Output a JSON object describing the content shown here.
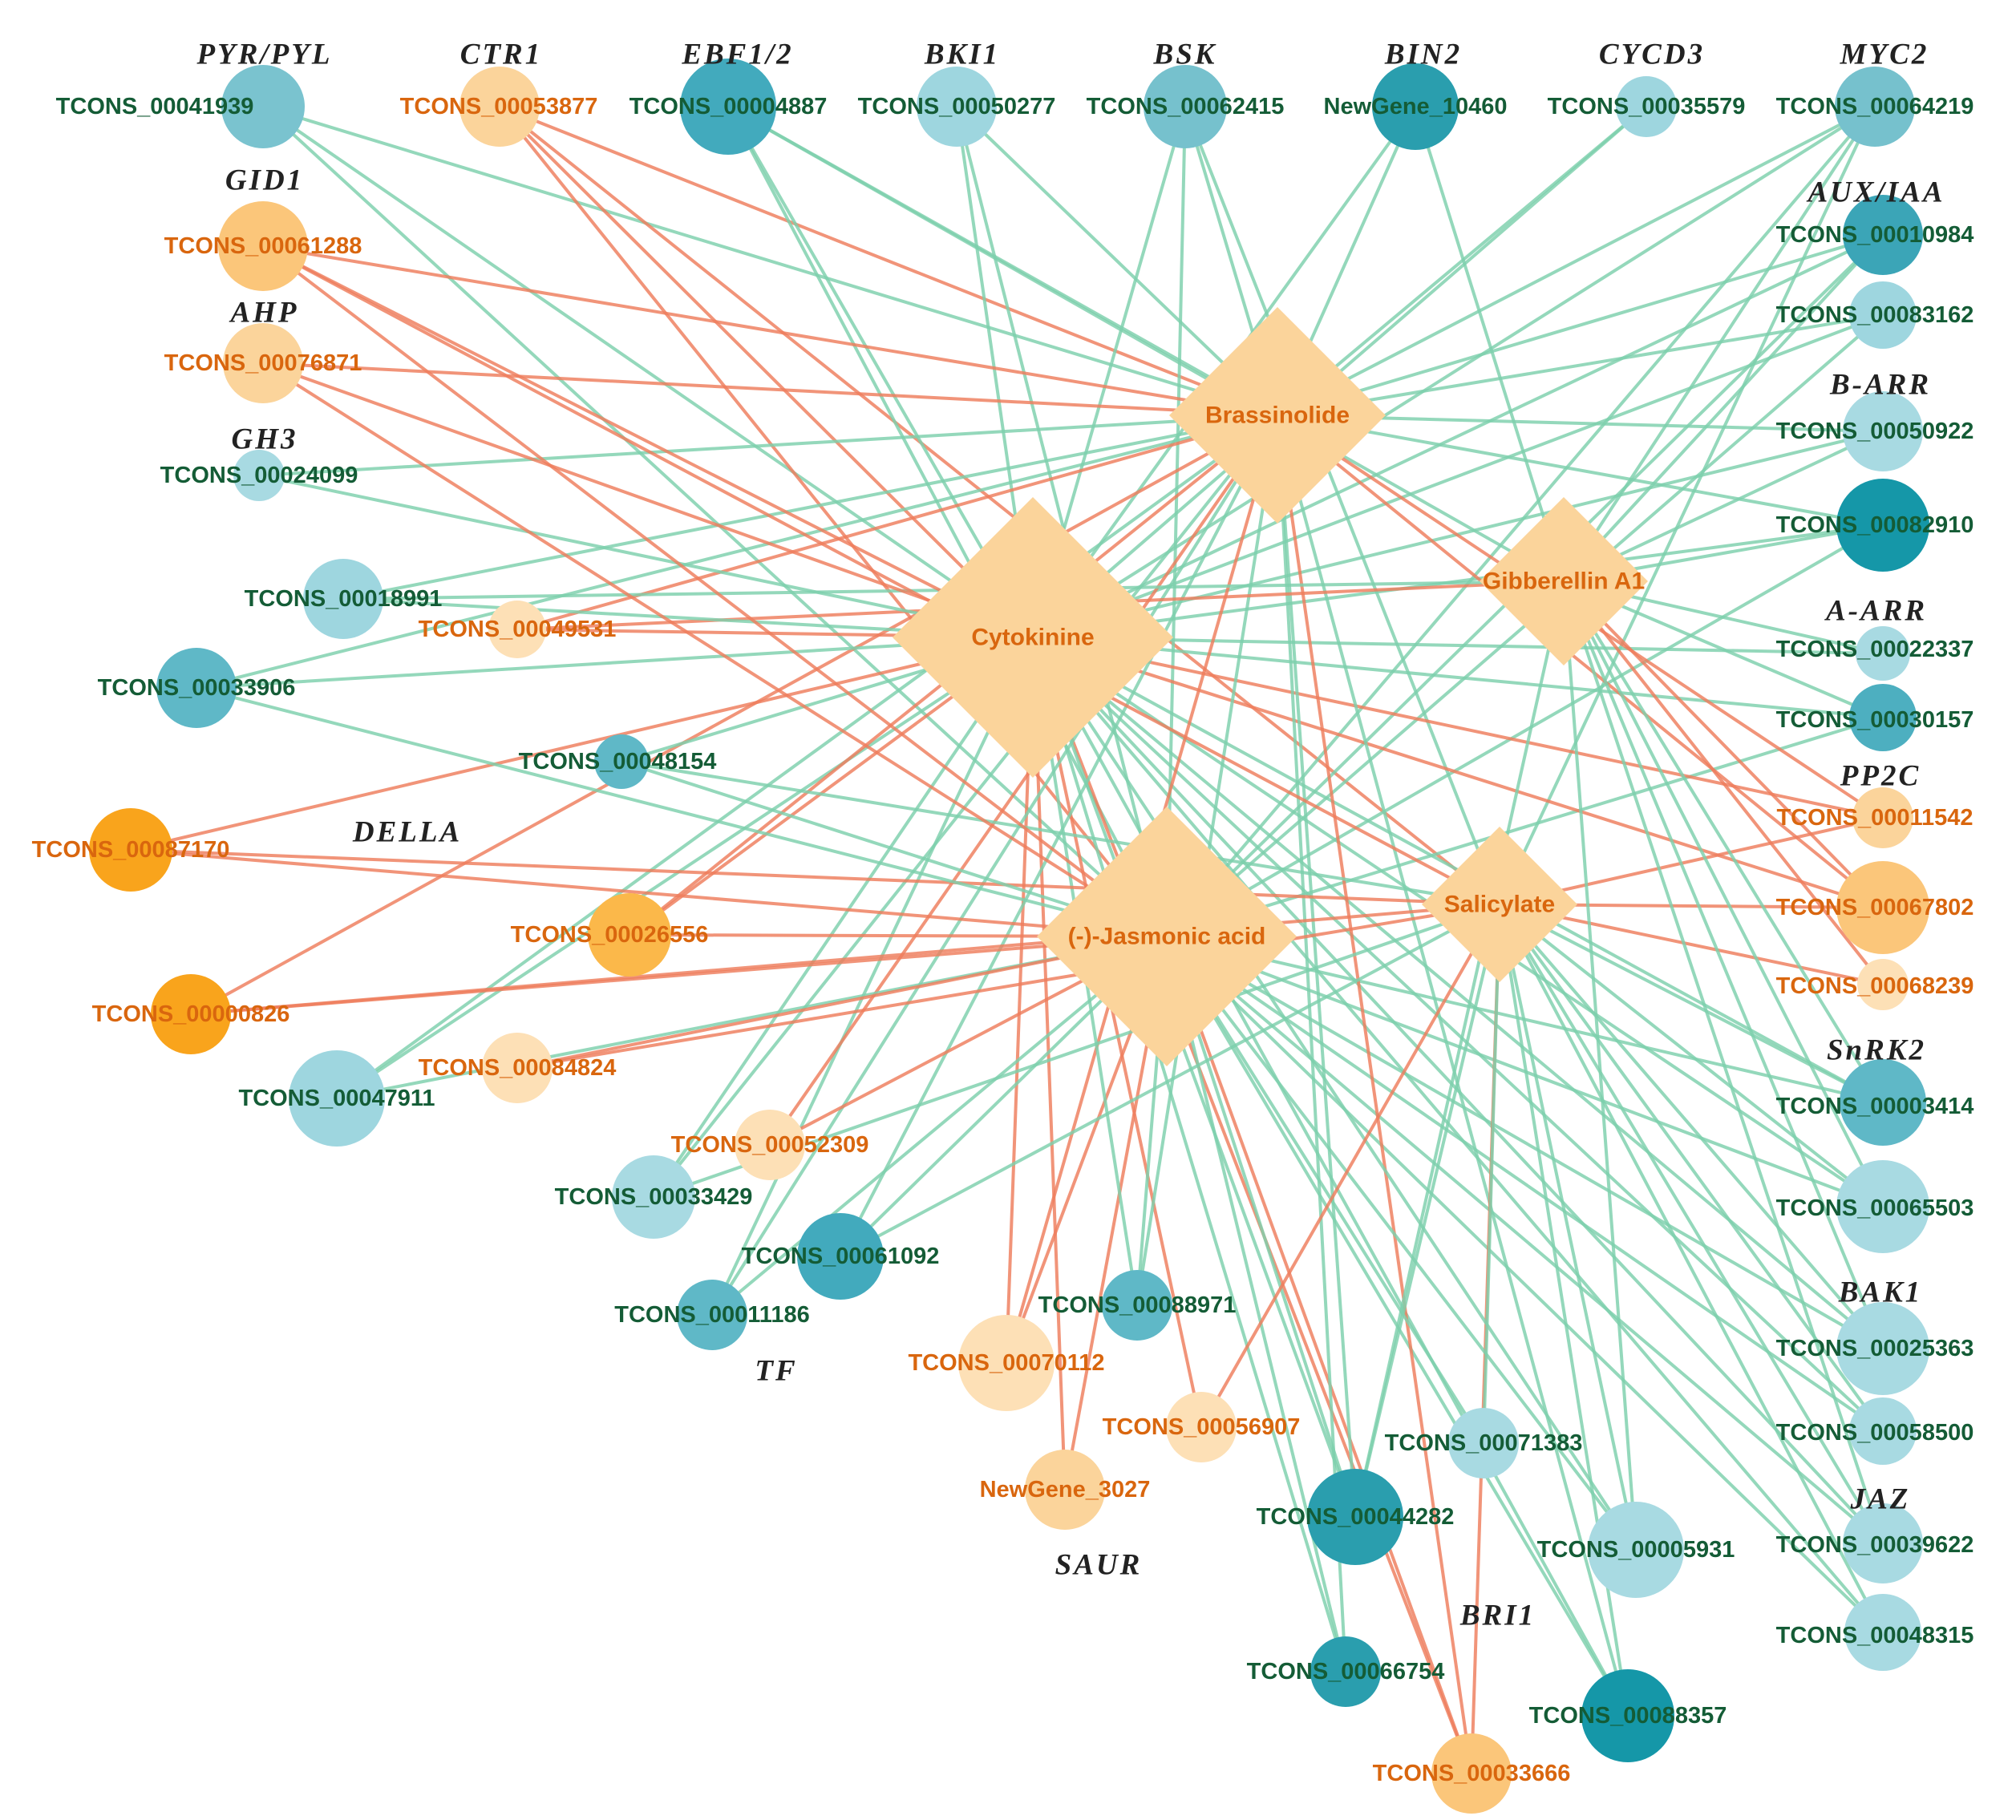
{
  "colors": {
    "edge_up": "#7ccfac",
    "edge_down": "#ee7c5b",
    "label_green": "#145c36",
    "label_orange": "#d9660e",
    "hormone_fill": "#fbd49b",
    "gene_label": "#222222"
  },
  "hormones": [
    {
      "id": "BR",
      "label": "Brassinolide",
      "size": 1.0
    },
    {
      "id": "CK",
      "label": "Cytokinine",
      "size": 1.3
    },
    {
      "id": "GA",
      "label": "Gibberellin A1",
      "size": 0.78
    },
    {
      "id": "JA",
      "label": "(-)-Jasmonic acid",
      "size": 1.22
    },
    {
      "id": "SA",
      "label": "Salicylate",
      "size": 0.72
    }
  ],
  "gene_groups": [
    "PYR/PYL",
    "CTR1",
    "EBF1/2",
    "BKI1",
    "BSK",
    "BIN2",
    "CYCD3",
    "MYC2",
    "AUX/IAA",
    "GID1",
    "AHP",
    "GH3",
    "B-ARR",
    "A-ARR",
    "PP2C",
    "DELLA",
    "SnRK2",
    "BAK1",
    "TF",
    "JAZ",
    "SAUR",
    "BRI1"
  ],
  "transcripts": [
    {
      "label": "TCONS_00041939",
      "color": "#7ac3cf",
      "size": 0.65,
      "tone": "green",
      "links": [
        "BR",
        "CK",
        "JA"
      ]
    },
    {
      "label": "TCONS_00053877",
      "color": "#fbd49b",
      "size": 0.62,
      "tone": "orange",
      "links": [
        "BR",
        "CK",
        "JA",
        "SA"
      ]
    },
    {
      "label": "TCONS_00004887",
      "color": "#42aabd",
      "size": 0.75,
      "tone": "green",
      "links": [
        "BR",
        "CK",
        "JA",
        "GA"
      ]
    },
    {
      "label": "TCONS_00050277",
      "color": "#9ed6df",
      "size": 0.62,
      "tone": "green",
      "links": [
        "BR",
        "CK",
        "JA"
      ]
    },
    {
      "label": "TCONS_00062415",
      "color": "#76c1cd",
      "size": 0.65,
      "tone": "green",
      "links": [
        "BR",
        "CK",
        "JA",
        "SA"
      ]
    },
    {
      "label": "NewGene_10460",
      "color": "#2a9eae",
      "size": 0.68,
      "tone": "green",
      "links": [
        "BR",
        "CK",
        "GA"
      ]
    },
    {
      "label": "TCONS_00035579",
      "color": "#9ed6df",
      "size": 0.48,
      "tone": "green",
      "links": [
        "BR",
        "CK"
      ]
    },
    {
      "label": "TCONS_00064219",
      "color": "#76c1cd",
      "size": 0.62,
      "tone": "green",
      "links": [
        "BR",
        "CK",
        "JA",
        "GA",
        "SA"
      ]
    },
    {
      "label": "TCONS_00010984",
      "color": "#3ba5b7",
      "size": 0.62,
      "tone": "green",
      "links": [
        "BR",
        "CK",
        "GA",
        "JA"
      ]
    },
    {
      "label": "TCONS_00083162",
      "color": "#9ed6df",
      "size": 0.52,
      "tone": "green",
      "links": [
        "BR",
        "CK",
        "JA"
      ]
    },
    {
      "label": "TCONS_00050922",
      "color": "#a8dae2",
      "size": 0.62,
      "tone": "green",
      "links": [
        "BR",
        "CK",
        "GA"
      ]
    },
    {
      "label": "TCONS_00082910",
      "color": "#1597a8",
      "size": 0.72,
      "tone": "green",
      "links": [
        "BR",
        "CK",
        "GA",
        "JA"
      ]
    },
    {
      "label": "TCONS_00022337",
      "color": "#a8dae2",
      "size": 0.42,
      "tone": "green",
      "links": [
        "GA",
        "CK"
      ]
    },
    {
      "label": "TCONS_00030157",
      "color": "#4dafc0",
      "size": 0.52,
      "tone": "green",
      "links": [
        "GA",
        "CK",
        "JA"
      ]
    },
    {
      "label": "TCONS_00011542",
      "color": "#fbd49b",
      "size": 0.48,
      "tone": "orange",
      "links": [
        "CK",
        "BR",
        "SA"
      ]
    },
    {
      "label": "TCONS_00067802",
      "color": "#fbc67a",
      "size": 0.72,
      "tone": "orange",
      "links": [
        "CK",
        "BR",
        "GA",
        "SA"
      ]
    },
    {
      "label": "TCONS_00068239",
      "color": "#fde0b6",
      "size": 0.4,
      "tone": "orange",
      "links": [
        "GA",
        "SA"
      ]
    },
    {
      "label": "TCONS_00003414",
      "color": "#5fb8c7",
      "size": 0.68,
      "tone": "green",
      "links": [
        "CK",
        "JA",
        "SA",
        "GA"
      ]
    },
    {
      "label": "TCONS_00065503",
      "color": "#a8dae2",
      "size": 0.72,
      "tone": "green",
      "links": [
        "CK",
        "JA",
        "SA",
        "GA"
      ]
    },
    {
      "label": "TCONS_00025363",
      "color": "#a8dae2",
      "size": 0.72,
      "tone": "green",
      "links": [
        "CK",
        "JA",
        "SA",
        "GA"
      ]
    },
    {
      "label": "TCONS_00058500",
      "color": "#a8dae2",
      "size": 0.52,
      "tone": "green",
      "links": [
        "CK",
        "JA",
        "SA"
      ]
    },
    {
      "label": "TCONS_00039622",
      "color": "#a8dae2",
      "size": 0.62,
      "tone": "green",
      "links": [
        "CK",
        "JA",
        "SA",
        "GA"
      ]
    },
    {
      "label": "TCONS_00048315",
      "color": "#a8dae2",
      "size": 0.6,
      "tone": "green",
      "links": [
        "CK",
        "JA",
        "SA"
      ]
    },
    {
      "label": "TCONS_00088357",
      "color": "#1597a8",
      "size": 0.72,
      "tone": "green",
      "links": [
        "CK",
        "JA",
        "SA",
        "BR"
      ]
    },
    {
      "label": "TCONS_00033666",
      "color": "#fbc67a",
      "size": 0.62,
      "tone": "orange",
      "links": [
        "CK",
        "JA",
        "SA",
        "BR"
      ]
    },
    {
      "label": "TCONS_00066754",
      "color": "#2a9eae",
      "size": 0.55,
      "tone": "green",
      "links": [
        "CK",
        "JA",
        "BR"
      ]
    },
    {
      "label": "TCONS_00005931",
      "color": "#a8dae2",
      "size": 0.75,
      "tone": "green",
      "links": [
        "CK",
        "JA",
        "SA",
        "GA"
      ]
    },
    {
      "label": "TCONS_00044282",
      "color": "#2a9eae",
      "size": 0.75,
      "tone": "green",
      "links": [
        "CK",
        "JA",
        "SA",
        "GA",
        "BR"
      ]
    },
    {
      "label": "TCONS_00071383",
      "color": "#a8dae2",
      "size": 0.55,
      "tone": "green",
      "links": [
        "JA",
        "SA"
      ]
    },
    {
      "label": "TCONS_00056907",
      "color": "#fde0b6",
      "size": 0.55,
      "tone": "orange",
      "links": [
        "CK",
        "SA"
      ]
    },
    {
      "label": "NewGene_3027",
      "color": "#fbd49b",
      "size": 0.62,
      "tone": "orange",
      "links": [
        "CK",
        "JA"
      ]
    },
    {
      "label": "TCONS_00070112",
      "color": "#fde0b6",
      "size": 0.75,
      "tone": "orange",
      "links": [
        "CK",
        "BR",
        "JA"
      ]
    },
    {
      "label": "TCONS_00088971",
      "color": "#5fb8c7",
      "size": 0.55,
      "tone": "green",
      "links": [
        "CK",
        "JA",
        "BR"
      ]
    },
    {
      "label": "TCONS_00061092",
      "color": "#42aabd",
      "size": 0.68,
      "tone": "green",
      "links": [
        "BR",
        "JA",
        "SA"
      ]
    },
    {
      "label": "TCONS_00011186",
      "color": "#5fb8c7",
      "size": 0.55,
      "tone": "green",
      "links": [
        "BR",
        "CK",
        "JA"
      ]
    },
    {
      "label": "TCONS_00033429",
      "color": "#a8dae2",
      "size": 0.65,
      "tone": "green",
      "links": [
        "BR",
        "CK",
        "SA"
      ]
    },
    {
      "label": "TCONS_00052309",
      "color": "#fde0b6",
      "size": 0.55,
      "tone": "orange",
      "links": [
        "BR",
        "JA"
      ]
    },
    {
      "label": "TCONS_00047911",
      "color": "#9ed6df",
      "size": 0.75,
      "tone": "green",
      "links": [
        "BR",
        "JA",
        "CK"
      ]
    },
    {
      "label": "TCONS_00084824",
      "color": "#fde0b6",
      "size": 0.55,
      "tone": "orange",
      "links": [
        "JA",
        "SA"
      ]
    },
    {
      "label": "TCONS_00000826",
      "color": "#f9a41c",
      "size": 0.62,
      "tone": "orange",
      "links": [
        "JA",
        "BR",
        "SA"
      ]
    },
    {
      "label": "TCONS_00026556",
      "color": "#fbb84a",
      "size": 0.65,
      "tone": "orange",
      "links": [
        "BR",
        "CK",
        "JA"
      ]
    },
    {
      "label": "TCONS_00087170",
      "color": "#f9a41c",
      "size": 0.65,
      "tone": "orange",
      "links": [
        "JA",
        "CK",
        "SA"
      ]
    },
    {
      "label": "TCONS_00048154",
      "color": "#5fb8c7",
      "size": 0.42,
      "tone": "green",
      "links": [
        "JA",
        "CK",
        "SA"
      ]
    },
    {
      "label": "TCONS_00033906",
      "color": "#5fb8c7",
      "size": 0.62,
      "tone": "green",
      "links": [
        "CK",
        "BR",
        "JA"
      ]
    },
    {
      "label": "TCONS_00049531",
      "color": "#fde0b6",
      "size": 0.45,
      "tone": "orange",
      "links": [
        "CK",
        "GA",
        "BR"
      ]
    },
    {
      "label": "TCONS_00018991",
      "color": "#9ed6df",
      "size": 0.62,
      "tone": "green",
      "links": [
        "BR",
        "CK",
        "GA"
      ]
    },
    {
      "label": "TCONS_00024099",
      "color": "#a8dae2",
      "size": 0.4,
      "tone": "green",
      "links": [
        "BR",
        "CK"
      ]
    },
    {
      "label": "TCONS_00076871",
      "color": "#fbd49b",
      "size": 0.62,
      "tone": "orange",
      "links": [
        "BR",
        "CK",
        "JA"
      ]
    },
    {
      "label": "TCONS_00061288",
      "color": "#fbc67a",
      "size": 0.7,
      "tone": "orange",
      "links": [
        "BR",
        "CK",
        "JA",
        "SA"
      ]
    }
  ]
}
